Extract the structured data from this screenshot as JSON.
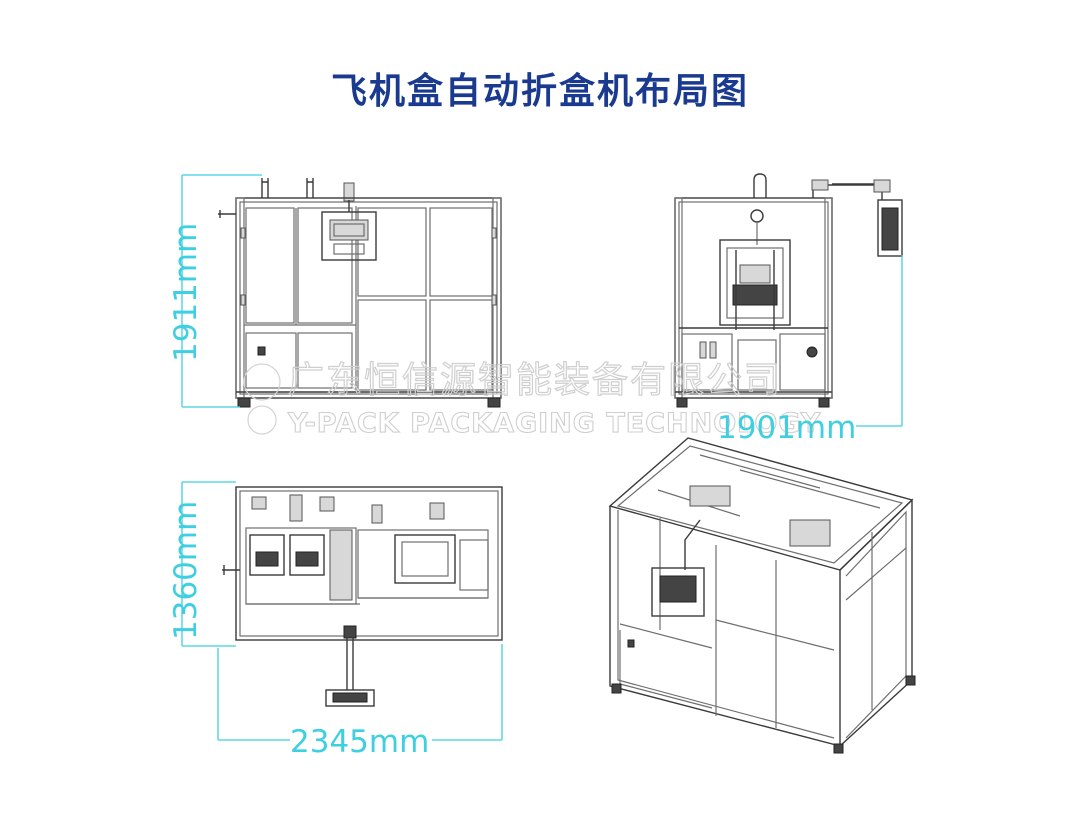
{
  "title": "飞机盒自动折盒机布局图",
  "dimensions": {
    "front_height": "1911mm",
    "side_width": "1901mm",
    "top_depth": "1360mm",
    "top_length": "2345mm"
  },
  "watermark": {
    "company_cn": "广东恒信源智能装备有限公司",
    "company_en": "Y-PACK PACKAGING TECHNOLOGY"
  },
  "colors": {
    "title": "#1a3a8f",
    "dimension_lines": "#3ecfe0",
    "drawing_lines": "#555555",
    "watermark": "#cfcfcf"
  }
}
